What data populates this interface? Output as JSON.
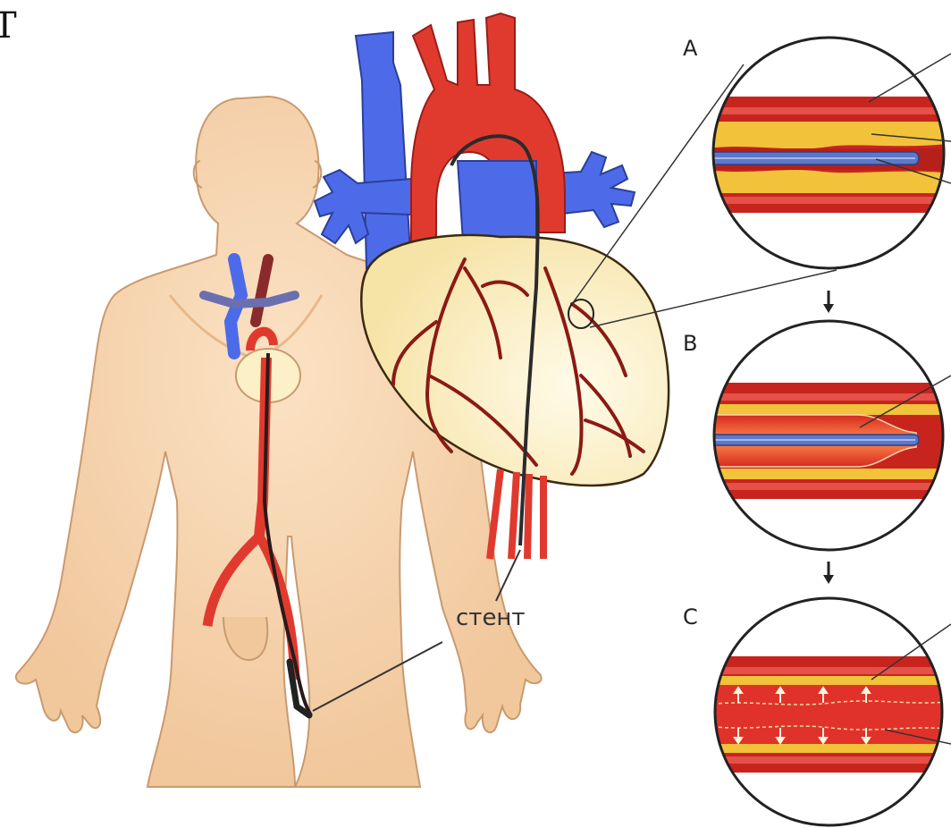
{
  "corner_glyph": "Т",
  "stent_label": "стент",
  "panels": [
    {
      "label": "A"
    },
    {
      "label": "B"
    },
    {
      "label": "C"
    }
  ],
  "colors": {
    "skin": "#f6d3ac",
    "skin_outline": "#c99a6f",
    "artery": "#e03a2f",
    "artery_dark": "#a71c1c",
    "vein": "#4d6be8",
    "heart_tissue": "#fbf0c8",
    "plaque": "#f2c23a",
    "vessel_wall": "#c8241e",
    "catheter": "#5b78c9"
  }
}
